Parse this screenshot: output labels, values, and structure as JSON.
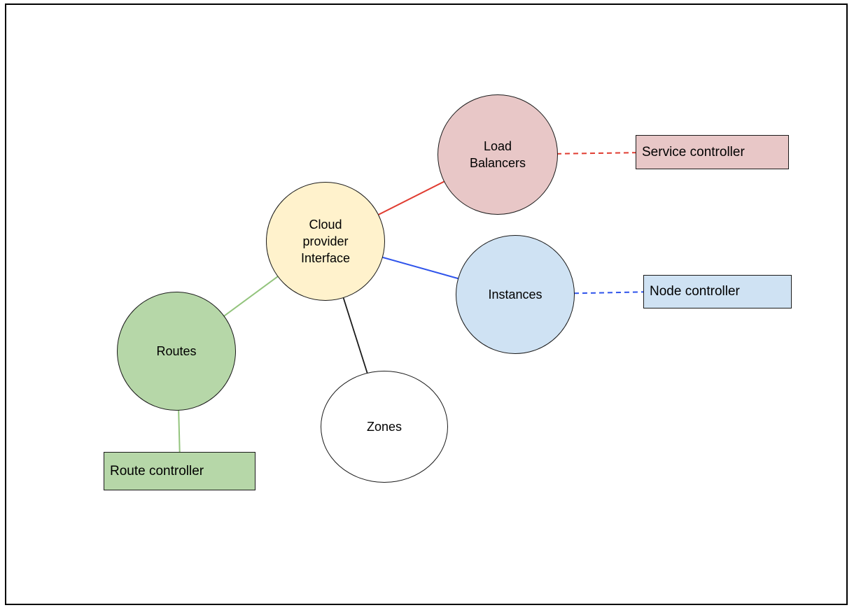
{
  "diagram": {
    "background": "#ffffff",
    "nodes": {
      "cloud": {
        "label": "Cloud provider Interface",
        "fill": "#fff2cc",
        "shape": "circle"
      },
      "load_balancers": {
        "label": "Load Balancers",
        "fill": "#e8c7c7",
        "shape": "circle"
      },
      "instances": {
        "label": "Instances",
        "fill": "#cfe2f3",
        "shape": "circle"
      },
      "routes": {
        "label": "Routes",
        "fill": "#b6d7a8",
        "shape": "circle"
      },
      "zones": {
        "label": "Zones",
        "fill": "#ffffff",
        "shape": "circle"
      }
    },
    "controllers": {
      "service": {
        "label": "Service controller",
        "fill": "#e8c7c7",
        "shape": "rectangle"
      },
      "node": {
        "label": "Node controller",
        "fill": "#cfe2f3",
        "shape": "rectangle"
      },
      "route": {
        "label": "Route controller",
        "fill": "#b6d7a8",
        "shape": "rectangle"
      }
    },
    "edges": [
      {
        "from": "cloud",
        "to": "load_balancers",
        "color": "#e03c31",
        "style": "solid"
      },
      {
        "from": "cloud",
        "to": "instances",
        "color": "#2f54eb",
        "style": "solid"
      },
      {
        "from": "cloud",
        "to": "routes",
        "color": "#93c47d",
        "style": "solid"
      },
      {
        "from": "cloud",
        "to": "zones",
        "color": "#1a1a1a",
        "style": "solid"
      },
      {
        "from": "load_balancers",
        "to": "service_controller",
        "color": "#e03c31",
        "style": "dashed"
      },
      {
        "from": "instances",
        "to": "node_controller",
        "color": "#2f54eb",
        "style": "dashed"
      },
      {
        "from": "routes",
        "to": "route_controller",
        "color": "#93c47d",
        "style": "solid"
      }
    ]
  }
}
